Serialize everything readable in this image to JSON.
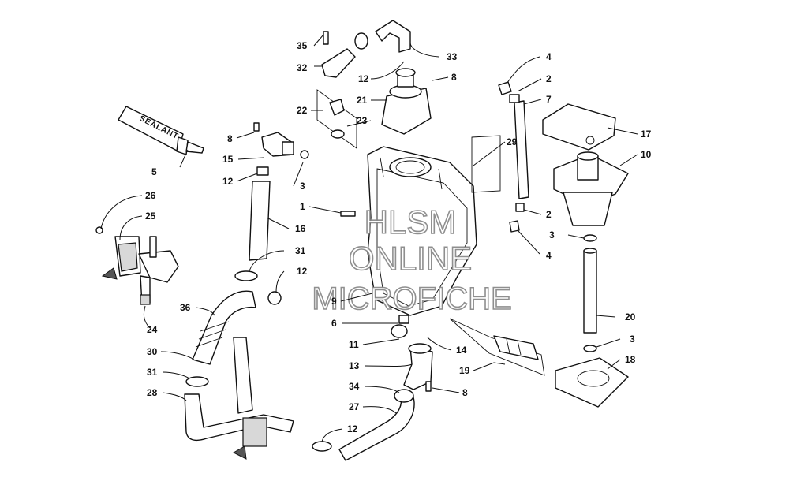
{
  "watermark": {
    "line1": "HLSM",
    "line2": "ONLINE",
    "line3": "MICROFICHE"
  },
  "tube_label": "SEALANT",
  "callouts": [
    {
      "id": "c35",
      "text": "35"
    },
    {
      "id": "c32",
      "text": "32"
    },
    {
      "id": "c33",
      "text": "33"
    },
    {
      "id": "c12a",
      "text": "12"
    },
    {
      "id": "c8a",
      "text": "8"
    },
    {
      "id": "c21",
      "text": "21"
    },
    {
      "id": "c22",
      "text": "22"
    },
    {
      "id": "c23",
      "text": "23"
    },
    {
      "id": "c4a",
      "text": "4"
    },
    {
      "id": "c2a",
      "text": "2"
    },
    {
      "id": "c7",
      "text": "7"
    },
    {
      "id": "c17",
      "text": "17"
    },
    {
      "id": "c29",
      "text": "29"
    },
    {
      "id": "c10",
      "text": "10"
    },
    {
      "id": "c5",
      "text": "5"
    },
    {
      "id": "c8b",
      "text": "8"
    },
    {
      "id": "c15",
      "text": "15"
    },
    {
      "id": "c12b",
      "text": "12"
    },
    {
      "id": "c3a",
      "text": "3"
    },
    {
      "id": "c26",
      "text": "26"
    },
    {
      "id": "c25",
      "text": "25"
    },
    {
      "id": "c1",
      "text": "1"
    },
    {
      "id": "c16",
      "text": "16"
    },
    {
      "id": "c2b",
      "text": "2"
    },
    {
      "id": "c3b",
      "text": "3"
    },
    {
      "id": "c4b",
      "text": "4"
    },
    {
      "id": "c31a",
      "text": "31"
    },
    {
      "id": "c12c",
      "text": "12"
    },
    {
      "id": "c36",
      "text": "36"
    },
    {
      "id": "c9",
      "text": "9"
    },
    {
      "id": "c20",
      "text": "20"
    },
    {
      "id": "c6",
      "text": "6"
    },
    {
      "id": "c24",
      "text": "24"
    },
    {
      "id": "c3c",
      "text": "3"
    },
    {
      "id": "c11",
      "text": "11"
    },
    {
      "id": "c14",
      "text": "14"
    },
    {
      "id": "c18",
      "text": "18"
    },
    {
      "id": "c30",
      "text": "30"
    },
    {
      "id": "c13",
      "text": "13"
    },
    {
      "id": "c19",
      "text": "19"
    },
    {
      "id": "c31b",
      "text": "31"
    },
    {
      "id": "c34",
      "text": "34"
    },
    {
      "id": "c8c",
      "text": "8"
    },
    {
      "id": "c28",
      "text": "28"
    },
    {
      "id": "c27",
      "text": "27"
    },
    {
      "id": "c12d",
      "text": "12"
    }
  ]
}
